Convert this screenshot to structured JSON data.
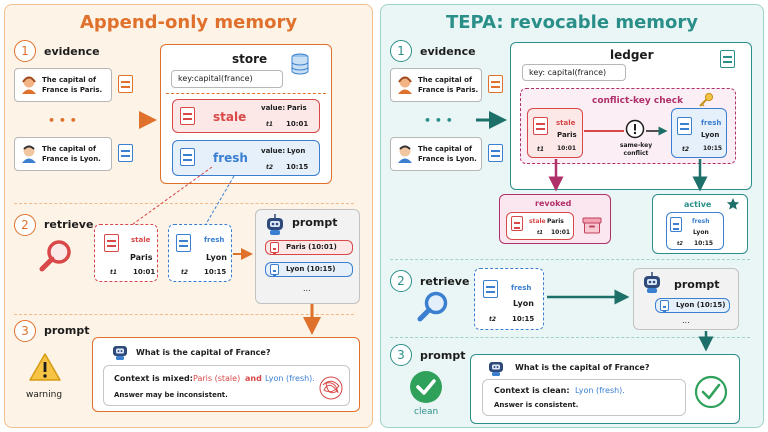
{
  "left": {
    "title": "Append-only memory",
    "steps": [
      {
        "num": "1",
        "label": "evidence"
      },
      {
        "num": "2",
        "label": "retrieve"
      },
      {
        "num": "3",
        "label": "prompt"
      }
    ],
    "evidence": [
      {
        "text": "The capital of France is Paris."
      },
      {
        "text": "The capital of France is Lyon."
      }
    ],
    "ellipsis": "• • •",
    "store": {
      "title": "store",
      "key": "key:capital(france)",
      "stale": {
        "tag": "stale",
        "value_label": "value:",
        "value": "Paris",
        "t_label": "t1",
        "time": "10:01"
      },
      "fresh": {
        "tag": "fresh",
        "value_label": "value:",
        "value": "Lyon",
        "t_label": "t2",
        "time": "10:15"
      }
    },
    "retrieved": [
      {
        "tag": "stale",
        "value": "Paris",
        "t_label": "t1",
        "time": "10:01"
      },
      {
        "tag": "fresh",
        "value": "Lyon",
        "t_label": "t2",
        "time": "10:15"
      }
    ],
    "prompt_box": {
      "title": "prompt",
      "items": [
        "Paris (10:01)",
        "Lyon (10:15)"
      ],
      "more": "..."
    },
    "final": {
      "question": "What is the capital of France?",
      "context_prefix": "Context is mixed:",
      "ctx_a": "Paris (stale)",
      "ctx_and": "and",
      "ctx_b": "Lyon (fresh).",
      "note": "Answer may be inconsistent.",
      "status": "warning"
    }
  },
  "right": {
    "title": "TEPA: revocable memory",
    "steps": [
      {
        "num": "1",
        "label": "evidence"
      },
      {
        "num": "2",
        "label": "retrieve"
      },
      {
        "num": "3",
        "label": "prompt"
      }
    ],
    "evidence": [
      {
        "text": "The capital of France is Paris."
      },
      {
        "text": "The capital of France is Lyon."
      }
    ],
    "ellipsis": "• • •",
    "ledger": {
      "title": "ledger",
      "key": "key: capital(france)",
      "check_title": "conflict-key check",
      "stale": {
        "tag": "stale",
        "value": "Paris",
        "t_label": "t1",
        "time": "10:01"
      },
      "fresh": {
        "tag": "fresh",
        "value": "Lyon",
        "t_label": "t2",
        "time": "10:15"
      },
      "conflict": "same-key conflict"
    },
    "revoked": {
      "title": "revoked",
      "tag": "stale",
      "value": "Paris",
      "t_label": "t1",
      "time": "10:01"
    },
    "active": {
      "title": "active",
      "tag": "fresh",
      "value": "Lyon",
      "t_label": "t2",
      "time": "10:15"
    },
    "retrieved": {
      "tag": "fresh",
      "value": "Lyon",
      "t_label": "t2",
      "time": "10:15"
    },
    "prompt_box": {
      "title": "prompt",
      "items": [
        "Lyon (10:15)"
      ],
      "more": "..."
    },
    "final": {
      "question": "What is the capital of France?",
      "context_prefix": "Context is clean:",
      "ctx": "Lyon (fresh).",
      "note": "Answer is consistent.",
      "status": "clean"
    }
  },
  "colors": {
    "orange": "#e0712c",
    "teal": "#2b8f89",
    "red": "#d84848",
    "blue": "#3a7fd0",
    "magenta": "#b0306a",
    "left_bg": "#fdf3e7",
    "right_bg": "#eaf6f5"
  }
}
